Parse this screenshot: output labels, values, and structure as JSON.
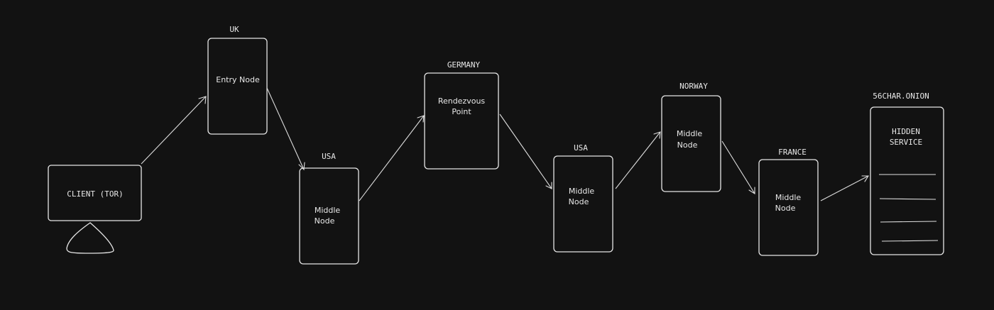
{
  "client": {
    "label": "CLIENT (TOR)"
  },
  "entry": {
    "country": "UK",
    "label": "Entry Node"
  },
  "middle1": {
    "country": "USA",
    "label_line1": "Middle",
    "label_line2": "Node"
  },
  "rendezvous": {
    "country": "GERMANY",
    "label_line1": "Rendezvous",
    "label_line2": "Point"
  },
  "middle2": {
    "country": "USA",
    "label_line1": "Middle",
    "label_line2": "Node"
  },
  "middle3": {
    "country": "NORWAY",
    "label_line1": "Middle",
    "label_line2": "Node"
  },
  "middle4": {
    "country": "FRANCE",
    "label_line1": "Middle",
    "label_line2": "Node"
  },
  "hidden_service": {
    "address": "56CHAR.ONION",
    "label_line1": "HIDDEN",
    "label_line2": "SERVICE"
  },
  "colors": {
    "background": "#121212",
    "stroke": "#e6e6e6",
    "text": "#e8e8e8"
  }
}
